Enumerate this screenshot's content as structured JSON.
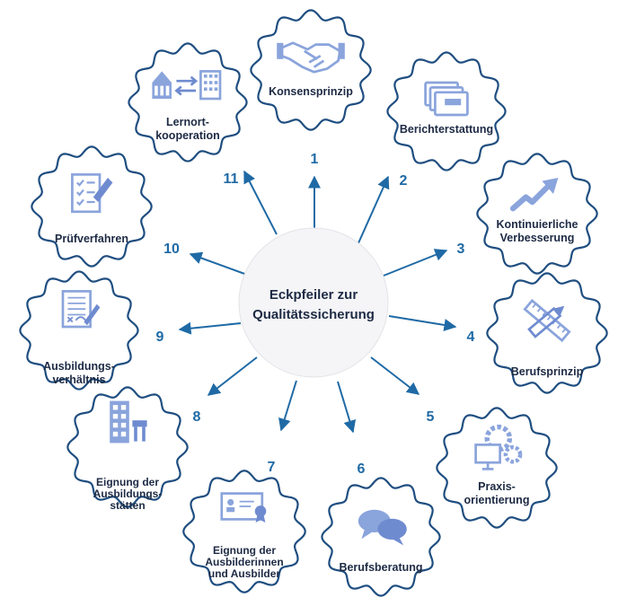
{
  "center": {
    "lines": [
      "Eckpfeiler zur",
      "Qualitätssicherung"
    ]
  },
  "colors": {
    "badge_outline": "#1f4e80",
    "arrow": "#1f6aa5",
    "number": "#1f6aa5",
    "icon": "#8aa4dc",
    "icon_dark": "#6f8bd0",
    "text": "#1d2a44",
    "center_fill": "#f5f5f7"
  },
  "pillars": [
    {
      "number": "1",
      "lines": [
        "Konsensprinzip"
      ],
      "icon": "handshake-icon"
    },
    {
      "number": "2",
      "lines": [
        "Berichterstattung"
      ],
      "icon": "report-cards-icon"
    },
    {
      "number": "3",
      "lines": [
        "Kontinuierliche",
        "Verbesserung"
      ],
      "icon": "trend-up-arrow-icon"
    },
    {
      "number": "4",
      "lines": [
        "Berufsprinzip"
      ],
      "icon": "pencil-ruler-icon"
    },
    {
      "number": "5",
      "lines": [
        "Praxis-",
        "orientierung"
      ],
      "icon": "monitor-gears-icon"
    },
    {
      "number": "6",
      "lines": [
        "Berufsberatung"
      ],
      "icon": "speech-bubbles-icon"
    },
    {
      "number": "7",
      "lines": [
        "Eignung der",
        "Ausbilderinnen",
        "und Ausbilder"
      ],
      "icon": "certificate-icon"
    },
    {
      "number": "8",
      "lines": [
        "Eignung der",
        "Ausbildungs-",
        "stätten"
      ],
      "icon": "building-icon"
    },
    {
      "number": "9",
      "lines": [
        "Ausbildungs-",
        "verhältnis"
      ],
      "icon": "contract-signature-icon"
    },
    {
      "number": "10",
      "lines": [
        "Prüfverfahren"
      ],
      "icon": "checklist-icon"
    },
    {
      "number": "11",
      "lines": [
        "Lernort-",
        "kooperation"
      ],
      "icon": "buildings-exchange-icon"
    }
  ]
}
